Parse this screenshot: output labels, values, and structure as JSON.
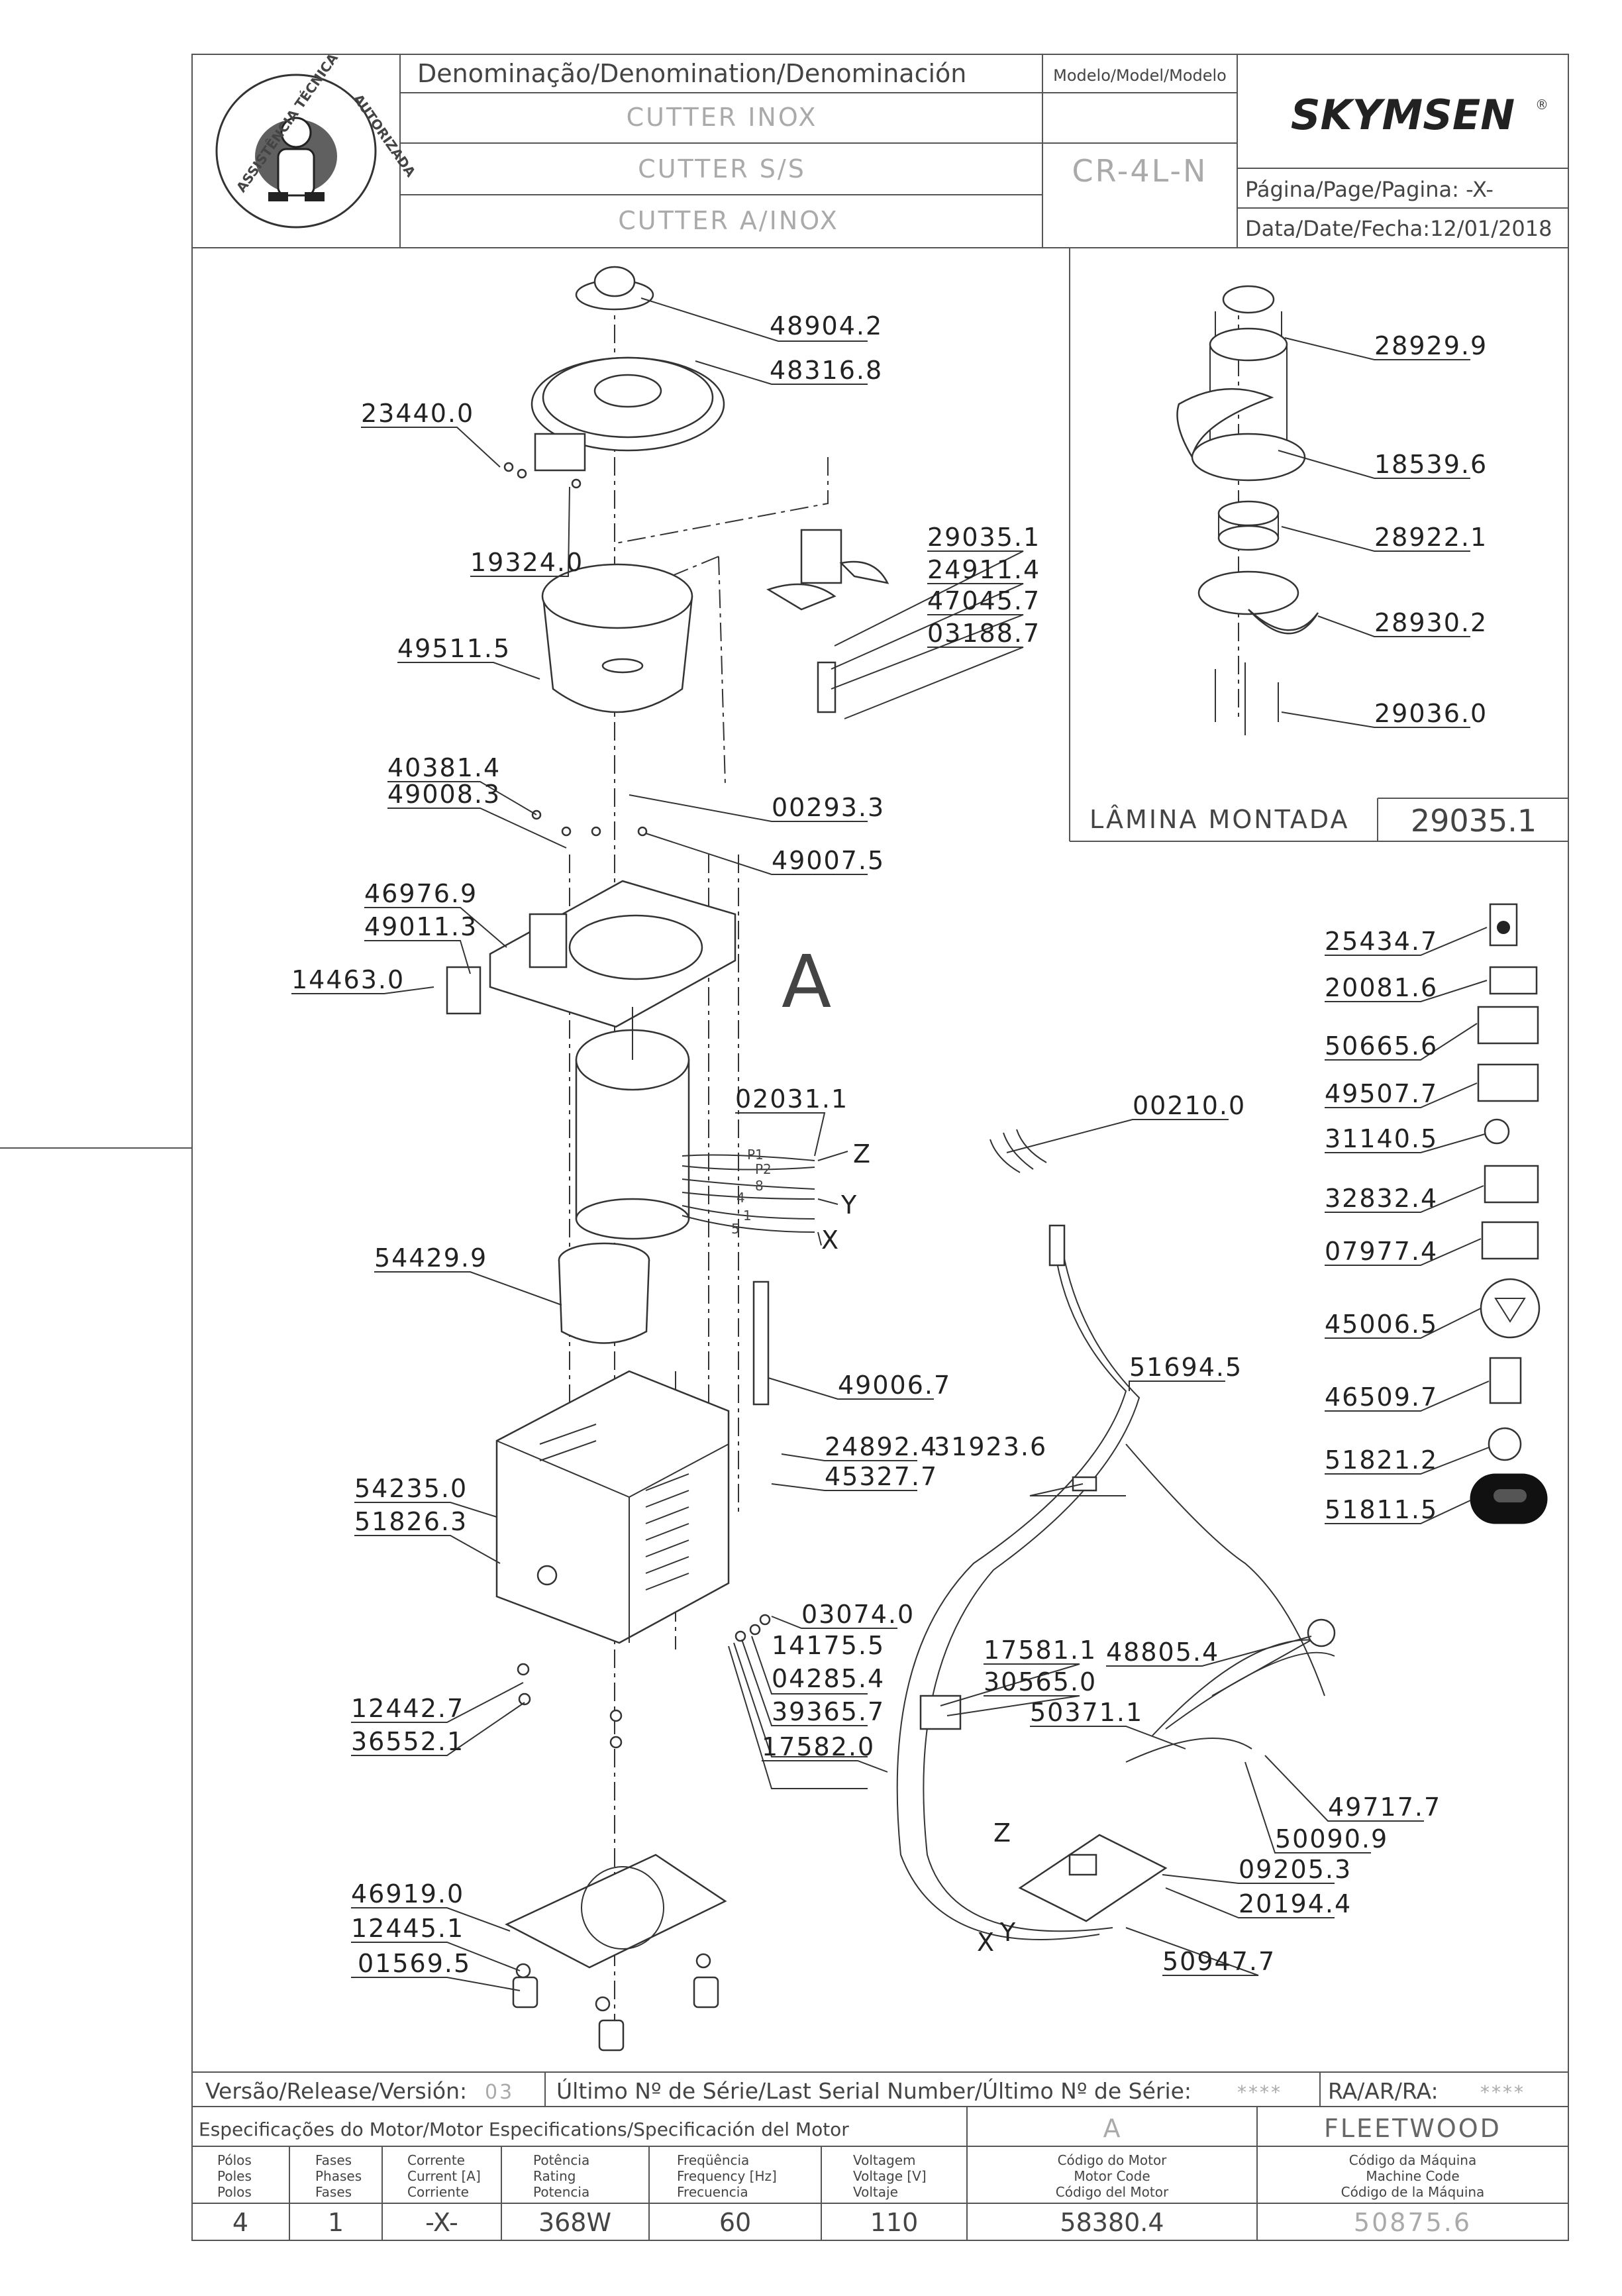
{
  "header": {
    "denomination_title": "Denominação/Denomination/Denominación",
    "names": [
      "CUTTER INOX",
      "CUTTER S/S",
      "CUTTER A/INOX"
    ],
    "model_title": "Modelo/Model/Modelo",
    "model_value": "CR-4L-N",
    "brand": "SKYMSEN",
    "brand_mark": "®",
    "page_label": "Página/Page/Pagina: -X-",
    "date_label": "Data/Date/Fecha:12/01/2018",
    "logo_text_left": "ASSISTÊNCIA TÉCNICA",
    "logo_text_right": "AUTORIZADA"
  },
  "parts": {
    "p48904_2": "48904.2",
    "p48316_8": "48316.8",
    "p23440_0": "23440.0",
    "p19324_0": "19324.0",
    "p49511_5": "49511.5",
    "p29035_1": "29035.1",
    "p24911_4": "24911.4",
    "p47045_7": "47045.7",
    "p03188_7": "03188.7",
    "p40381_4": "40381.4",
    "p49008_3": "49008.3",
    "p00293_3": "00293.3",
    "p49007_5": "49007.5",
    "p46976_9": "46976.9",
    "p49011_3": "49011.3",
    "p14463_0": "14463.0",
    "p02031_1": "02031.1",
    "p54429_9": "54429.9",
    "p49006_7": "49006.7",
    "p24892_4": "24892.4",
    "p45327_7": "45327.7",
    "p31923_6": "31923.6",
    "p54235_0": "54235.0",
    "p51826_3": "51826.3",
    "p03074_0": "03074.0",
    "p14175_5": "14175.5",
    "p04285_4": "04285.4",
    "p39365_7": "39365.7",
    "p17582_0": "17582.0",
    "p12442_7": "12442.7",
    "p36552_1": "36552.1",
    "p46919_0": "46919.0",
    "p12445_1": "12445.1",
    "p01569_5": "01569.5",
    "p00210_0": "00210.0",
    "p51694_5": "51694.5",
    "p17581_1": "17581.1",
    "p30565_0": "30565.0",
    "p48805_4": "48805.4",
    "p50371_1": "50371.1",
    "p49717_7": "49717.7",
    "p50090_9": "50090.9",
    "p09205_3": "09205.3",
    "p20194_4": "20194.4",
    "p50947_7": "50947.7"
  },
  "wire_labels": {
    "motor_ref": "A",
    "z": "Z",
    "y": "Y",
    "x": "X",
    "p1": "P1",
    "p2": "P2",
    "w8": "8",
    "w4": "4",
    "w1": "1",
    "w5": "5"
  },
  "inset": {
    "parts": {
      "p28929_9": "28929.9",
      "p18539_6": "18539.6",
      "p28922_1": "28922.1",
      "p28930_2": "28930.2",
      "p29036_0": "29036.0"
    },
    "caption": "LÂMINA MONTADA",
    "caption_code": "29035.1"
  },
  "labels_column": {
    "p25434_7": "25434.7",
    "p20081_6": "20081.6",
    "p50665_6": "50665.6",
    "p49507_7": "49507.7",
    "p31140_5": "31140.5",
    "p32832_4": "32832.4",
    "p07977_4": "07977.4",
    "p45006_5": "45006.5",
    "p46509_7": "46509.7",
    "p51821_2": "51821.2",
    "p51811_5": "51811.5"
  },
  "footer": {
    "version_label": "Versão/Release/Versión:",
    "version_value": "03",
    "serial_label": "Último Nº de Série/Last Serial Number/Último Nº de Série:",
    "serial_value": "****",
    "ra_label": "RA/AR/RA:",
    "ra_value": "****",
    "motor_spec_title": "Especificações do Motor/Motor Especifications/Specificación del Motor",
    "motor_spec_ref": "A",
    "manufacturer": "FLEETWOOD",
    "columns": [
      {
        "lines": [
          "Pólos",
          "Poles",
          "Polos"
        ],
        "value": "4"
      },
      {
        "lines": [
          "Fases",
          "Phases",
          "Fases"
        ],
        "value": "1"
      },
      {
        "lines": [
          "Corrente",
          "Current [A]",
          "Corriente"
        ],
        "value": "-X-"
      },
      {
        "lines": [
          "Potência",
          "Rating",
          "Potencia"
        ],
        "value": "368W"
      },
      {
        "lines": [
          "Freqüência",
          "Frequency [Hz]",
          "Frecuencia"
        ],
        "value": "60"
      },
      {
        "lines": [
          "Voltagem",
          "Voltage [V]",
          "Voltaje"
        ],
        "value": "110"
      },
      {
        "lines": [
          "Código do Motor",
          "Motor Code",
          "Código del Motor"
        ],
        "value": "58380.4"
      },
      {
        "lines": [
          "Código da Máquina",
          "Machine Code",
          "Código de la Máquina"
        ],
        "value": "50875.6"
      }
    ]
  }
}
